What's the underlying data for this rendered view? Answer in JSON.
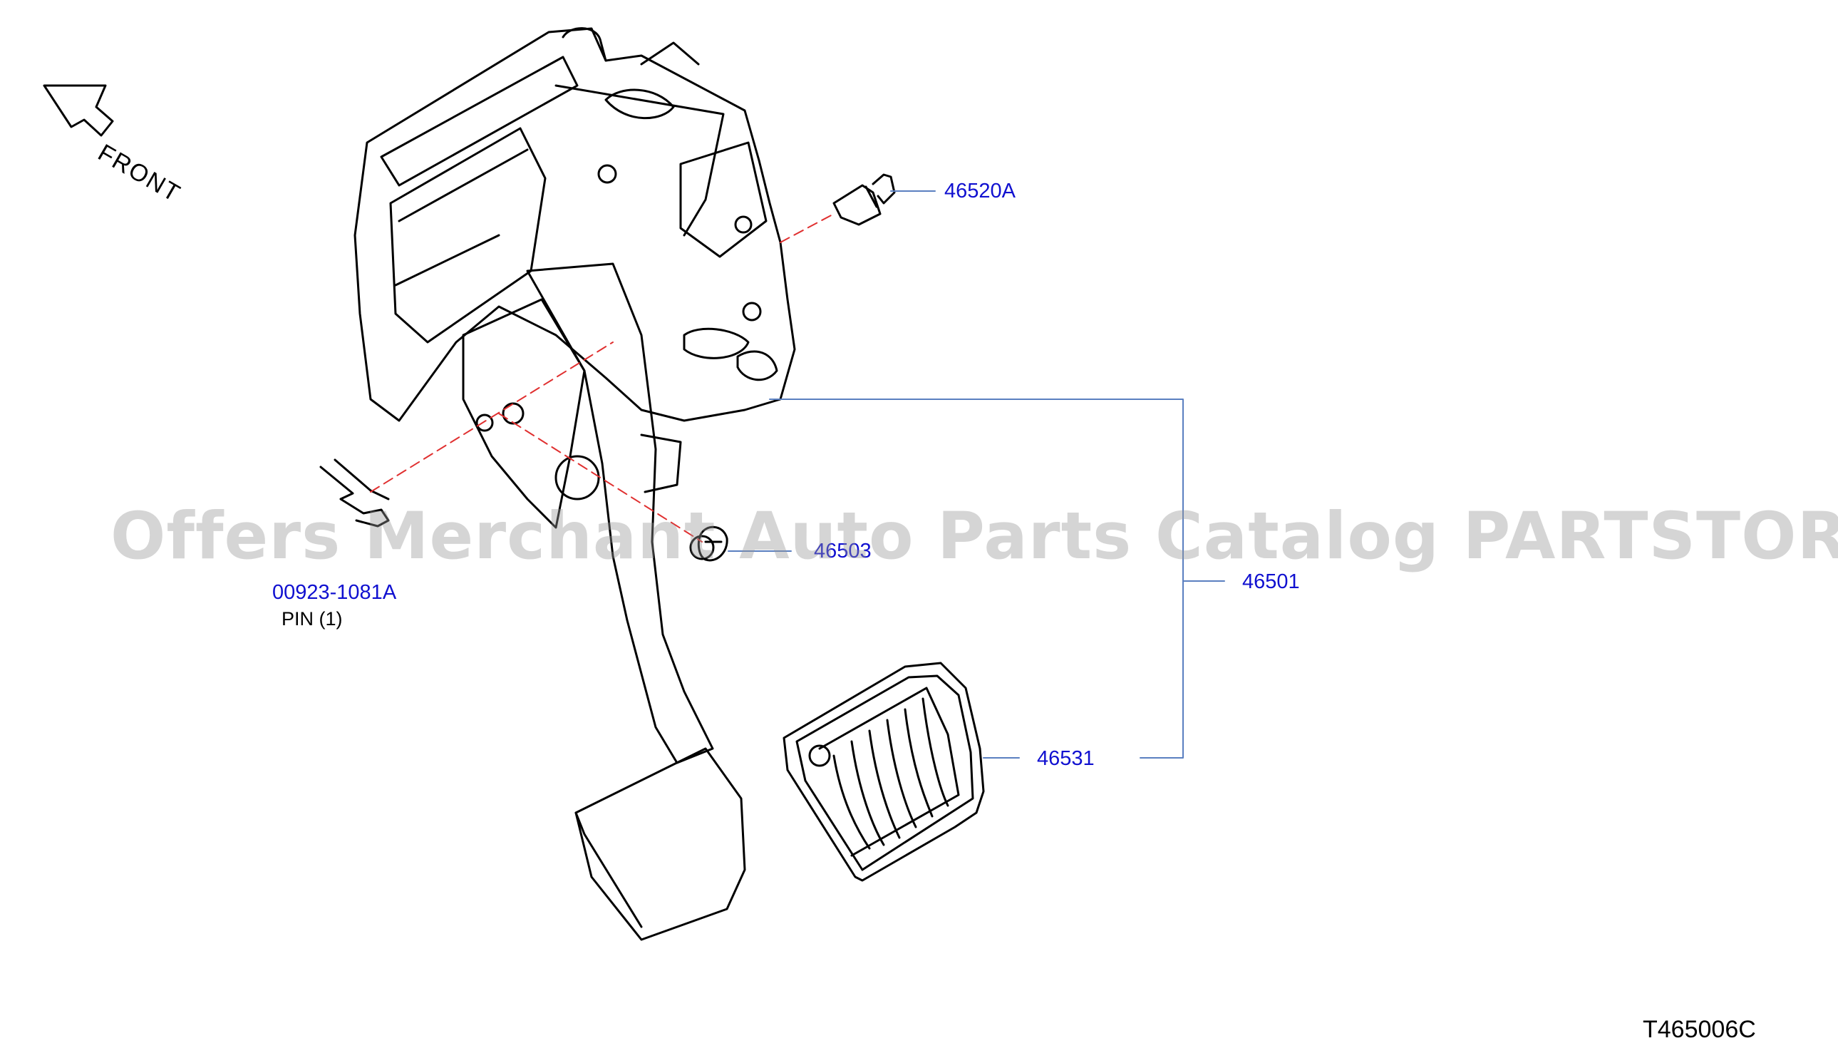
{
  "diagram": {
    "front_label": "FRONT",
    "callouts": {
      "p46520a": "46520A",
      "p46501": "46501",
      "p46531": "46531",
      "p46503": "46503",
      "p00923": "00923-1081A"
    },
    "pin_note": "PIN  (1)",
    "figure_code": "T465006C"
  },
  "watermark": "Offers Merchant Auto Parts Catalog PARTSTORE.SA",
  "colors": {
    "callout_text": "#1010d0",
    "leader_line": "#5a7fc0",
    "dash_line": "#e03030",
    "outline": "#000000"
  }
}
